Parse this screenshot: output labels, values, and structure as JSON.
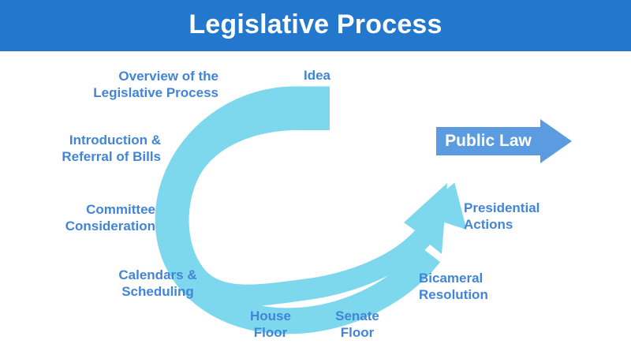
{
  "header": {
    "title": "Legislative Process",
    "background_color": "#2378CE",
    "text_color": "#FFFFFF"
  },
  "theme": {
    "arc_color": "#7DD8EE",
    "label_color": "#4285D8",
    "arrow_color": "#5B9BE0",
    "page_background": "#FFFFFF"
  },
  "diagram": {
    "type": "cycle-arc",
    "arc": {
      "name": "legislative-process-arc",
      "color": "#7DD8EE",
      "direction": "counterclockwise",
      "start": "Idea",
      "end": "Presidential Actions"
    },
    "stages": [
      {
        "id": "overview",
        "label": "Overview of the\nLegislative Process",
        "align": "right"
      },
      {
        "id": "idea",
        "label": "Idea",
        "align": "center"
      },
      {
        "id": "introduction",
        "label": "Introduction &\nReferral of Bills",
        "align": "right"
      },
      {
        "id": "committee",
        "label": "Committee\nConsideration",
        "align": "right"
      },
      {
        "id": "calendars",
        "label": "Calendars &\nScheduling",
        "align": "center"
      },
      {
        "id": "house-floor",
        "label": "House\nFloor",
        "align": "center"
      },
      {
        "id": "senate-floor",
        "label": "Senate\nFloor",
        "align": "center"
      },
      {
        "id": "bicameral",
        "label": "Bicameral\nResolution",
        "align": "left"
      },
      {
        "id": "presidential",
        "label": "Presidential\nActions",
        "align": "left"
      }
    ],
    "outcome": {
      "id": "public-law",
      "label": "Public Law",
      "shape": "right-arrow",
      "fill": "#5B9BE0",
      "text_color": "#FFFFFF"
    }
  }
}
